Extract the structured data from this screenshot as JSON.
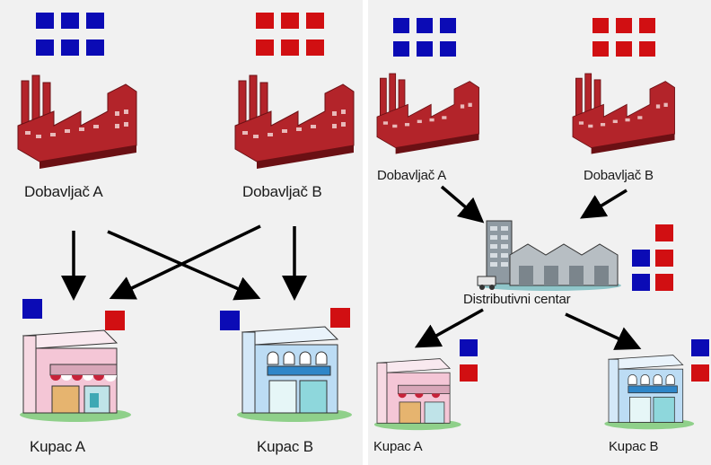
{
  "colors": {
    "supplier_a_block": "#0b0bb5",
    "supplier_b_block": "#d10f12",
    "factory": "#b3242a",
    "factory_dark": "#6b1014",
    "arrow": "#000000",
    "panel_bg": "#f1f1f1"
  },
  "left_panel": {
    "supplier_a_label": "Dobavljač A",
    "supplier_b_label": "Dobavljač B",
    "customer_a_label": "Kupac A",
    "customer_b_label": "Kupac B"
  },
  "right_panel": {
    "supplier_a_label": "Dobavljač A",
    "supplier_b_label": "Dobavljač B",
    "distribution_center_label": "Distributivni centar",
    "customer_a_label": "Kupac A",
    "customer_b_label": "Kupac B"
  },
  "icons": [
    "factory-icon",
    "shop-icon",
    "warehouse-icon",
    "arrow-icon"
  ]
}
